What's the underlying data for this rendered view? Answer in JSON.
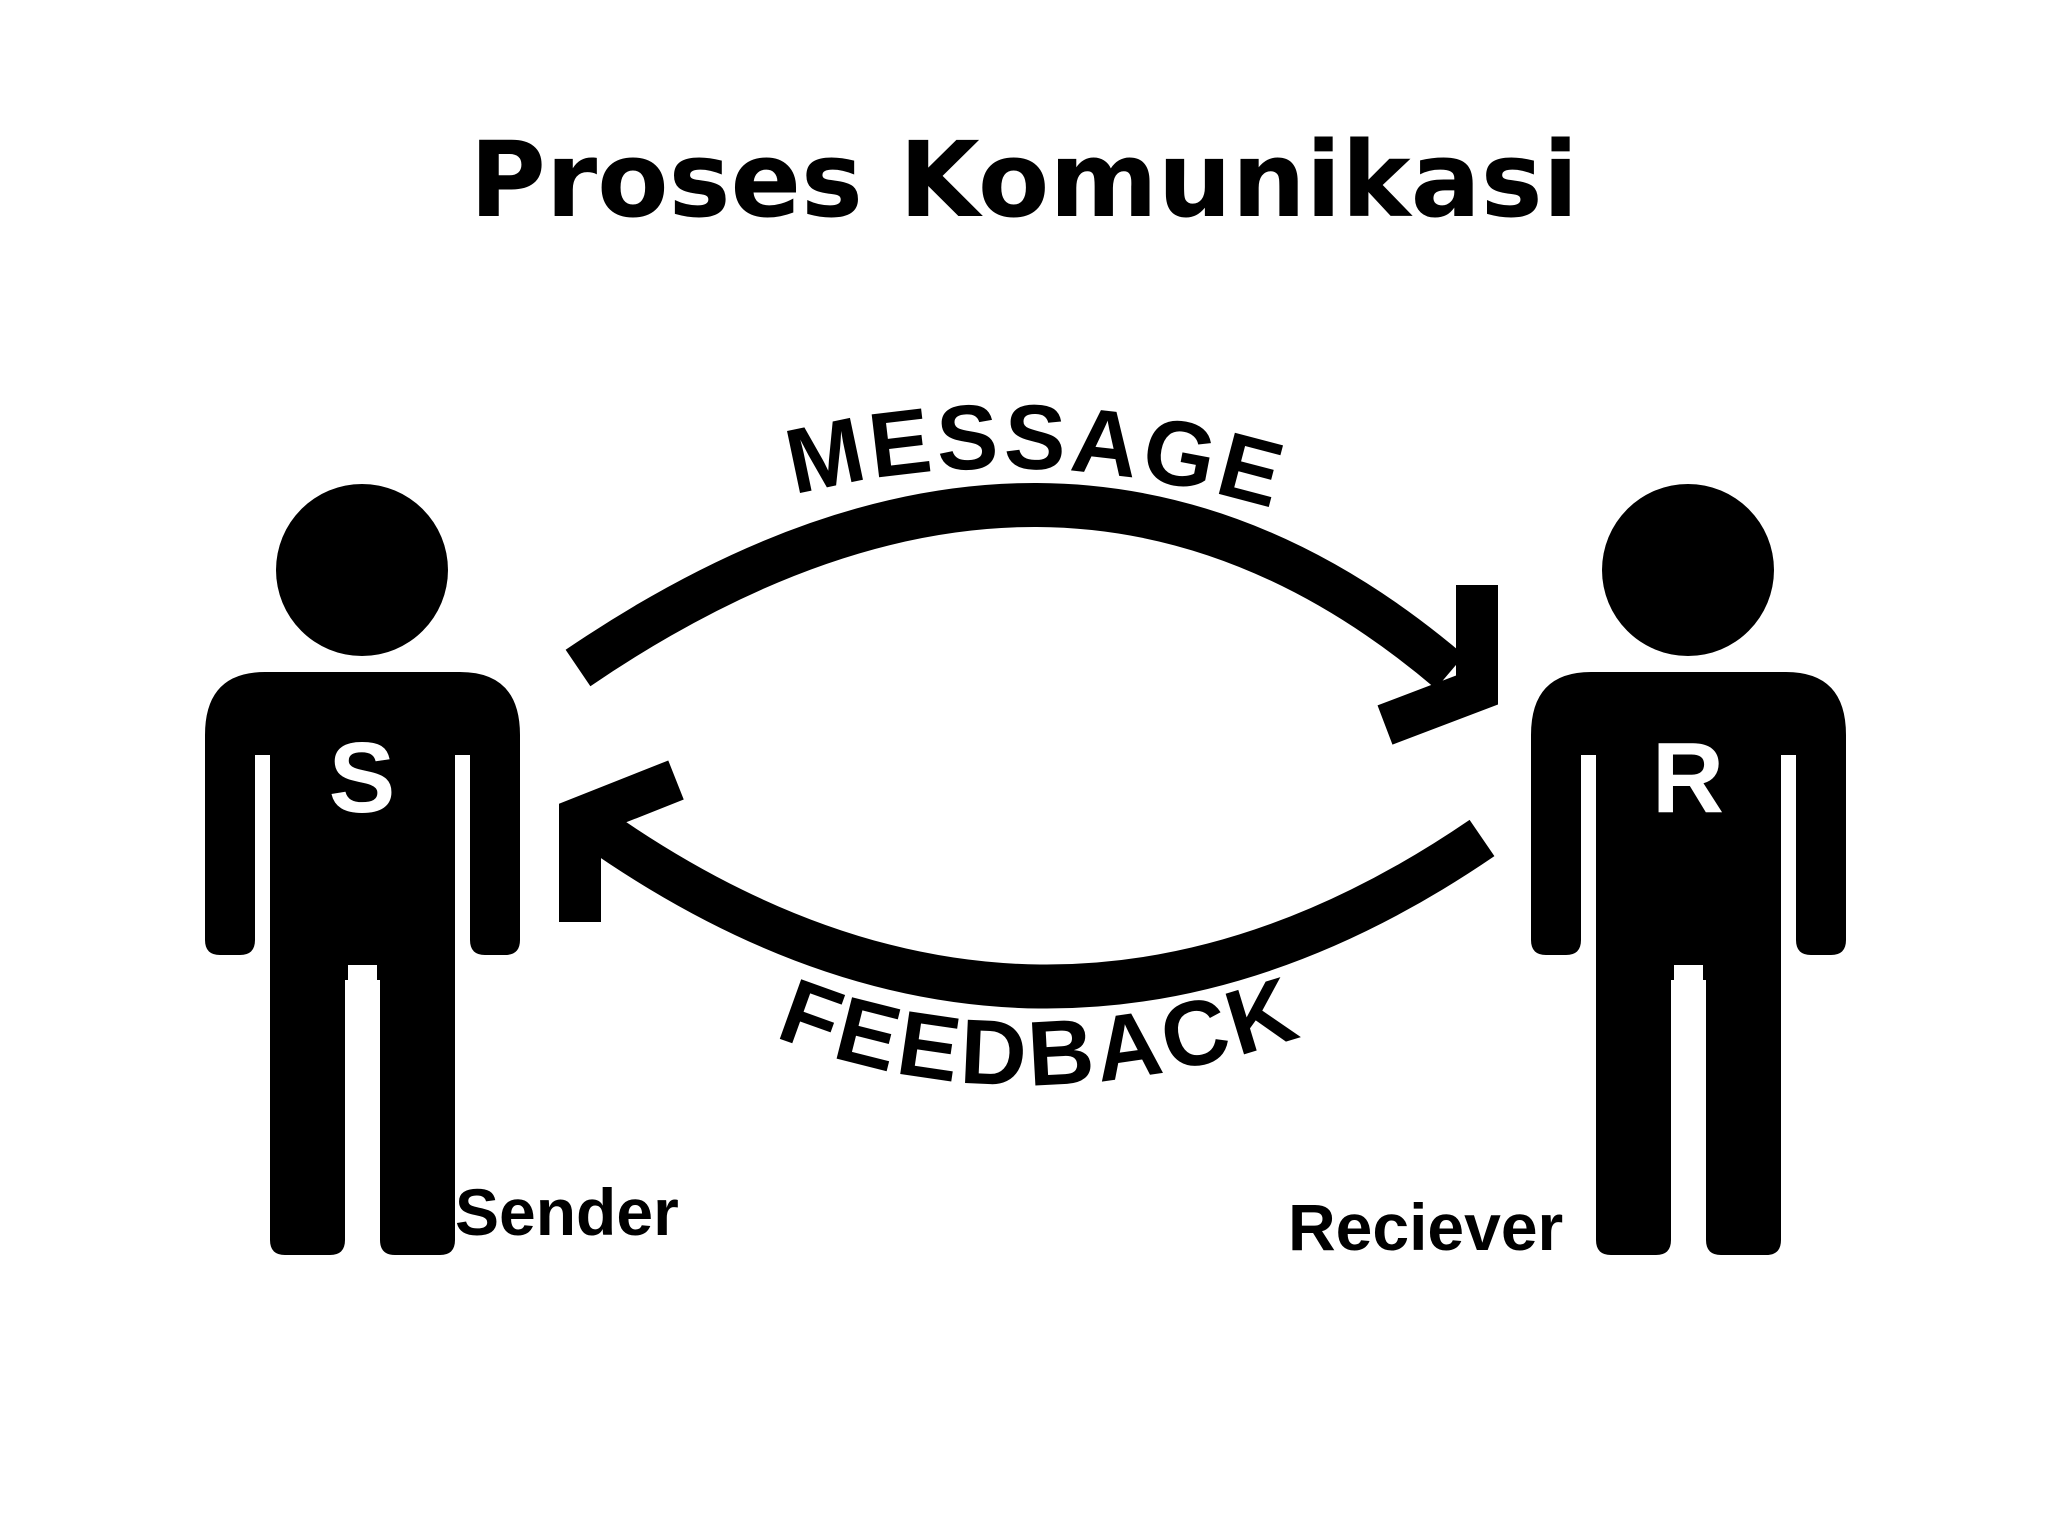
{
  "title": "Proses Komunikasi",
  "sender": {
    "letter": "S",
    "label": "Sender"
  },
  "receiver": {
    "letter": "R",
    "label": "Reciever"
  },
  "message_label": "MESSAGE",
  "feedback_label": "FEEDBACK",
  "colors": {
    "ink": "#000000",
    "background": "#ffffff"
  }
}
